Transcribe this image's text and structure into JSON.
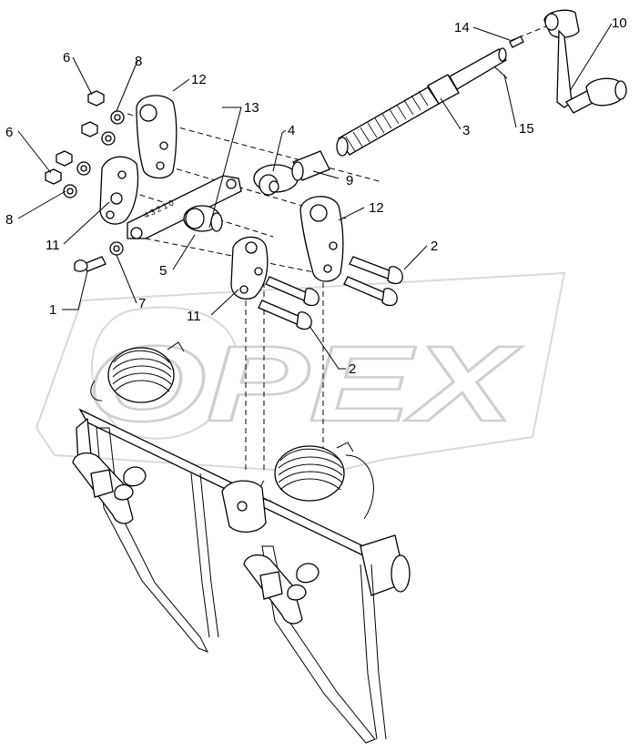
{
  "diagram": {
    "watermark_text": "OPEX",
    "callouts": [
      {
        "id": "c-1",
        "text": "1"
      },
      {
        "id": "c-2a",
        "text": "2"
      },
      {
        "id": "c-2b",
        "text": "2"
      },
      {
        "id": "c-3",
        "text": "3"
      },
      {
        "id": "c-4",
        "text": "4"
      },
      {
        "id": "c-5",
        "text": "5"
      },
      {
        "id": "c-6a",
        "text": "6"
      },
      {
        "id": "c-6b",
        "text": "6"
      },
      {
        "id": "c-7",
        "text": "7"
      },
      {
        "id": "c-8a",
        "text": "8"
      },
      {
        "id": "c-8b",
        "text": "8"
      },
      {
        "id": "c-9",
        "text": "9"
      },
      {
        "id": "c-10",
        "text": "10"
      },
      {
        "id": "c-11a",
        "text": "11"
      },
      {
        "id": "c-11b",
        "text": "11"
      },
      {
        "id": "c-12a",
        "text": "12"
      },
      {
        "id": "c-12b",
        "text": "12"
      },
      {
        "id": "c-13",
        "text": "13"
      },
      {
        "id": "c-14",
        "text": "14"
      },
      {
        "id": "c-15",
        "text": "15"
      }
    ]
  }
}
